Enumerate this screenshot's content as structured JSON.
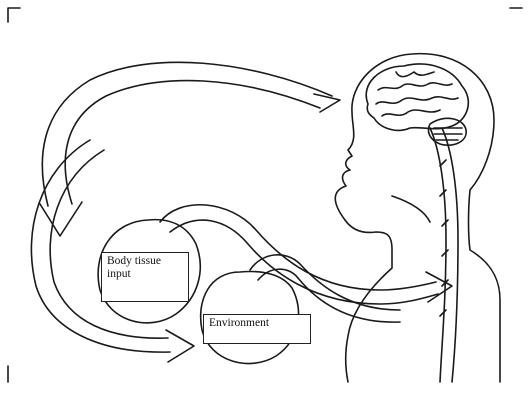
{
  "labels": {
    "body_tissue_line1": "Body tissue",
    "body_tissue_line2": "input",
    "environment": "Environment"
  },
  "colors": {
    "ink": "#1a1a1a",
    "paper": "#ffffff"
  }
}
